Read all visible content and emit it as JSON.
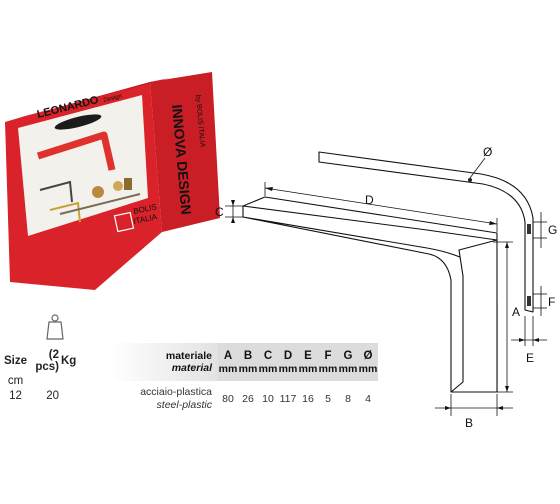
{
  "product_box": {
    "brand": "LEONARDO",
    "brand_sub": "Design",
    "front_line": "INNOVA DESIGN",
    "side_line": "by BOLIS ITALIA",
    "maker_line1": "BOLIS",
    "maker_line2": "ITALIA",
    "colors": {
      "box_red": "#d9222a",
      "bracket_red": "#e0322d",
      "white": "#ffffff"
    }
  },
  "drawing": {
    "labels": {
      "A": "A",
      "B": "B",
      "C": "C",
      "D": "D",
      "E": "E",
      "F": "F",
      "G": "G",
      "hole": "Ø"
    }
  },
  "size_table": {
    "headers": {
      "size": "Size",
      "weight": "(2 pcs)",
      "weight_unit": "Kg"
    },
    "unit_row": {
      "size_unit": "cm"
    },
    "values": {
      "size": "12",
      "weight": "20"
    },
    "icon": "weight-icon"
  },
  "material_table": {
    "header_label": "materiale",
    "header_label_en": "material",
    "columns": [
      {
        "letter": "A",
        "unit": "mm",
        "value": "80"
      },
      {
        "letter": "B",
        "unit": "mm",
        "value": "26"
      },
      {
        "letter": "C",
        "unit": "mm",
        "value": "10"
      },
      {
        "letter": "D",
        "unit": "mm",
        "value": "117"
      },
      {
        "letter": "E",
        "unit": "mm",
        "value": "16"
      },
      {
        "letter": "F",
        "unit": "mm",
        "value": "5"
      },
      {
        "letter": "G",
        "unit": "mm",
        "value": "8"
      },
      {
        "letter": "Ø",
        "unit": "mm",
        "value": "4"
      }
    ],
    "material": "acciaio-plastica",
    "material_en": "steel-plastic",
    "colors": {
      "header_bg": "#dcdcdc"
    }
  }
}
